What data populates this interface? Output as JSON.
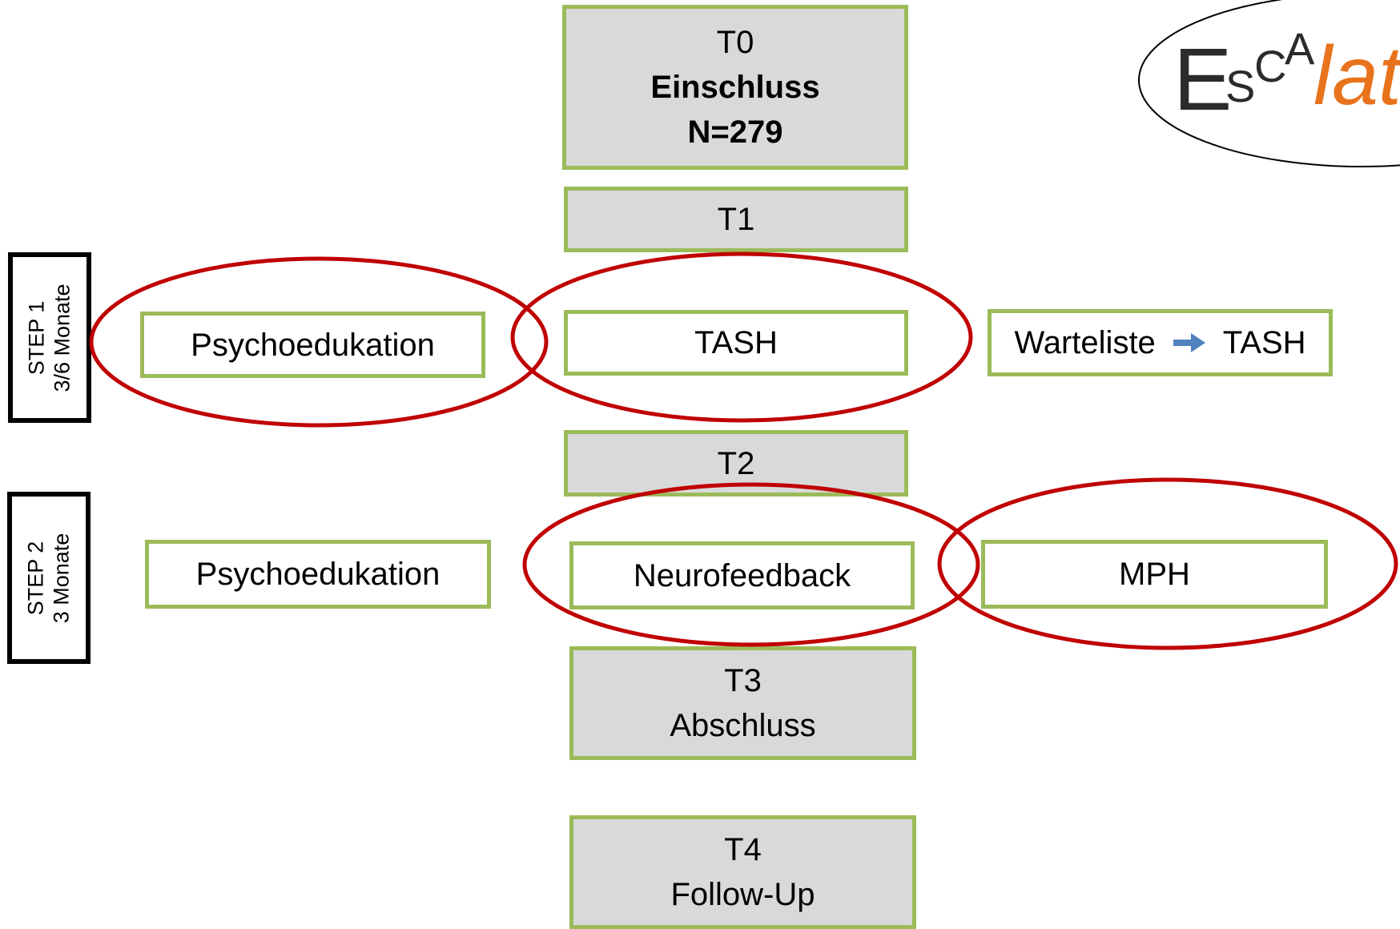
{
  "flow": {
    "t0": {
      "label": "T0",
      "title": "Einschluss",
      "n": "N=279"
    },
    "t1": {
      "label": "T1"
    },
    "t2": {
      "label": "T2"
    },
    "t3": {
      "label": "T3",
      "sub": "Abschluss"
    },
    "t4": {
      "label": "T4",
      "sub": "Follow-Up"
    }
  },
  "step1": {
    "line1": "STEP 1",
    "line2": "3/6 Monate",
    "left": "Psychoedukation",
    "center": "TASH",
    "right_a": "Warteliste",
    "right_b": "TASH"
  },
  "step2": {
    "line1": "STEP 2",
    "line2": "3 Monate",
    "left": "Psychoedukation",
    "center": "Neurofeedback",
    "right": "MPH"
  },
  "logo": {
    "e": "E",
    "s": "S",
    "c": "C",
    "a": "A",
    "rest": "lat"
  },
  "colors": {
    "box_border": "#9bbb59",
    "box_fill": "#d9d9d9",
    "highlight_ellipse": "#c00000",
    "arrow": "#4f81bd",
    "logo_dark": "#2b2b2b",
    "logo_accent": "#e8731c"
  }
}
